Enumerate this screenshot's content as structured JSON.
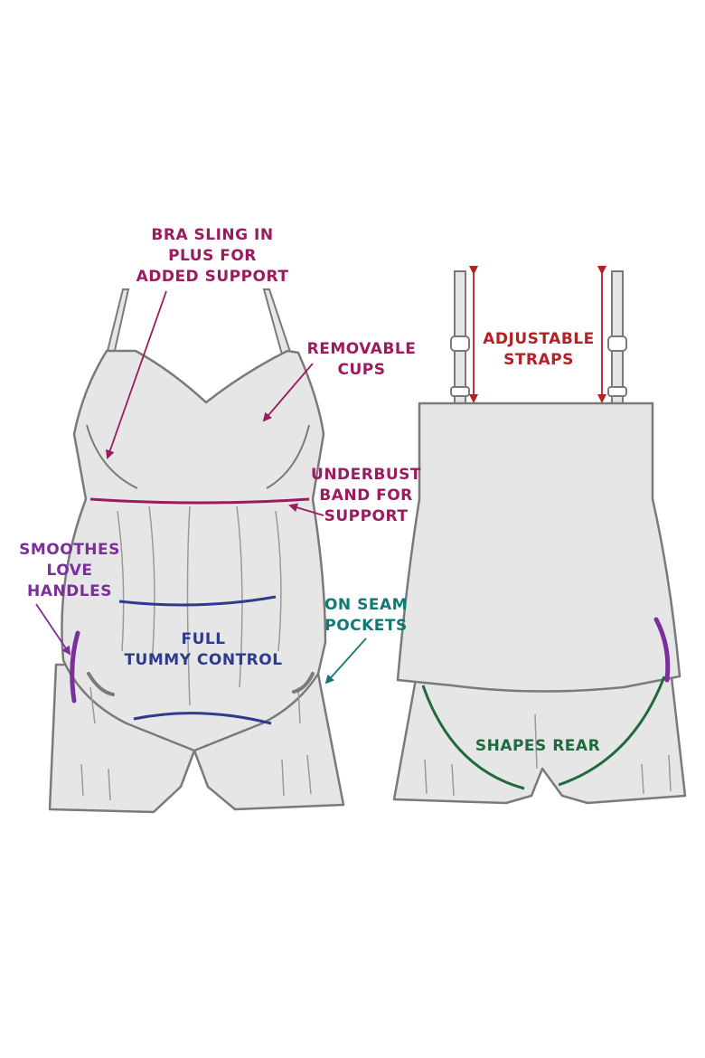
{
  "colors": {
    "garment_fill": "#e6e6e6",
    "garment_outline": "#7a7a7a",
    "magenta": "#9b1b5e",
    "violet": "#7a2f9a",
    "navy": "#2f3a8f",
    "teal": "#0f7a74",
    "green": "#1f6b3e",
    "red": "#b32126"
  },
  "labels": {
    "bra_sling": [
      "BRA SLING IN",
      "PLUS FOR",
      "ADDED SUPPORT"
    ],
    "removable_cups": [
      "REMOVABLE",
      "CUPS"
    ],
    "underbust_band": [
      "UNDERBUST",
      "BAND FOR",
      "SUPPORT"
    ],
    "smoothes_love_handles": [
      "SMOOTHES",
      "LOVE",
      "HANDLES"
    ],
    "full_tummy_control": [
      "FULL",
      "TUMMY CONTROL"
    ],
    "on_seam_pockets": [
      "ON SEAM",
      "POCKETS"
    ],
    "adjustable_straps": [
      "ADJUSTABLE",
      "STRAPS"
    ],
    "shapes_rear": [
      "SHAPES REAR"
    ]
  }
}
